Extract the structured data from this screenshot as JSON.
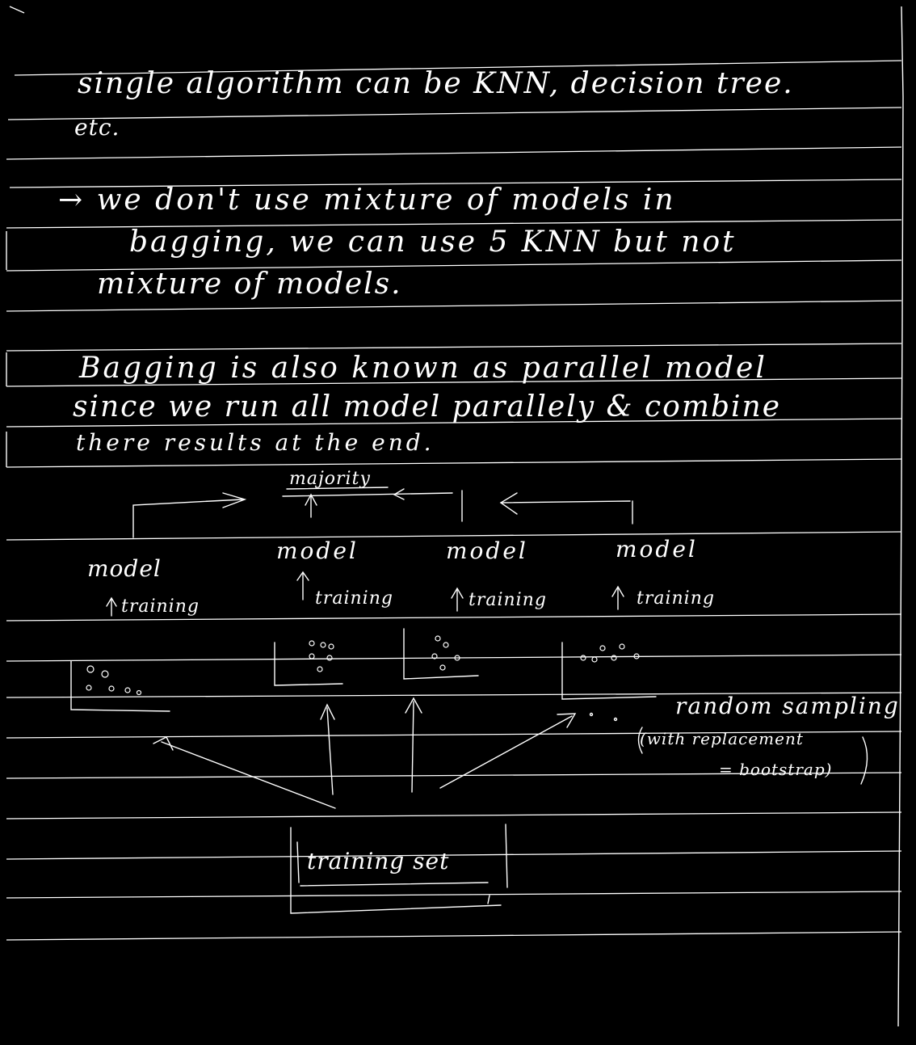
{
  "notes": {
    "line1": "single algorithm can be KNN, decision tree.",
    "line2": "etc.",
    "line3": "→ we don't use mixture of models in",
    "line4": "bagging, we can use 5 KNN but not",
    "line5": "mixture of models.",
    "line6": "Bagging is also known as parallel model",
    "line7": "since we run all model parallely & combine",
    "line8": "there results at the end."
  },
  "diagram": {
    "majority": "majority",
    "model_1": "model",
    "model_2": "model",
    "model_3": "model",
    "model_4": "model",
    "training_1": "training",
    "training_2": "training",
    "training_3": "training",
    "training_4": "training",
    "random_sampling": "random sampling",
    "with_replacement": "(with replacement",
    "bootstrap": "= bootstrap)",
    "training_set": "training set"
  },
  "colors": {
    "background": "#000000",
    "ink": "#ffffff"
  }
}
